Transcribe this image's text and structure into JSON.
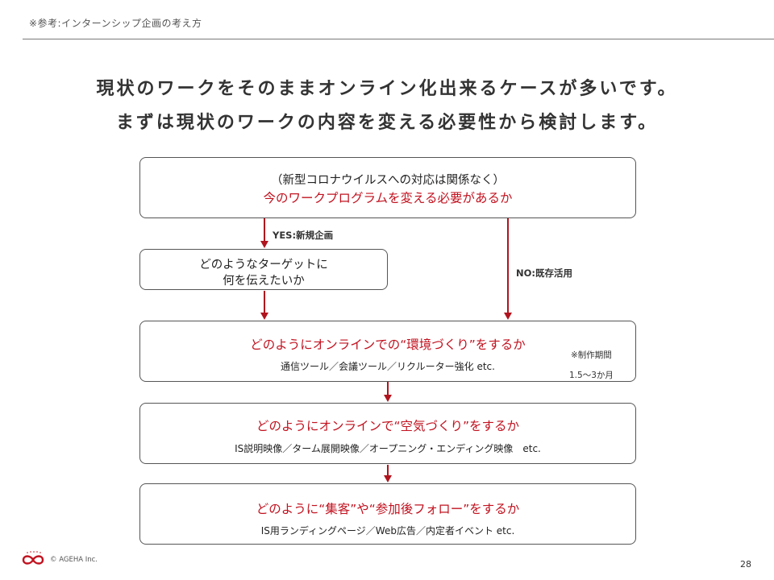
{
  "header": {
    "ref_label": "※参考:インターンシップ企画の考え方"
  },
  "headline": {
    "line1": "現状のワークをそのままオンライン化出来るケースが多いです。",
    "line2": "まずは現状のワークの内容を変える必要性から検討します。"
  },
  "flow": {
    "box1": {
      "line1": "（新型コロナウイルスへの対応は関係なく）",
      "line2": "今のワークプログラムを変える必要があるか"
    },
    "yes_label": "YES:新規企画",
    "no_label": "NO:既存活用",
    "box2": {
      "line1": "どのようなターゲットに",
      "line2": "何を伝えたいか"
    },
    "box3": {
      "line1": "どのようにオンラインでの“環境づくり”をするか",
      "line2": "通信ツール／会議ツール／リクルーター強化 etc."
    },
    "note": {
      "line1": "※制作期間",
      "line2": "1.5〜3か月"
    },
    "box4": {
      "line1": "どのようにオンラインで“空気づくり”をするか",
      "line2": "IS説明映像／ターム展開映像／オープニング・エンディング映像　etc."
    },
    "box5": {
      "line1": "どのように“集客”や“参加後フォロー”をするか",
      "line2": "IS用ランディングページ／Web広告／内定者イベント etc."
    }
  },
  "footer": {
    "copyright": "© AGEHA Inc.",
    "page_number": "28"
  },
  "colors": {
    "accent_red": "#c1121f",
    "arrow_red": "#b0141e",
    "rule_gray": "#7a7a7a"
  },
  "icons": {
    "logo": "ageha-logo-icon"
  }
}
